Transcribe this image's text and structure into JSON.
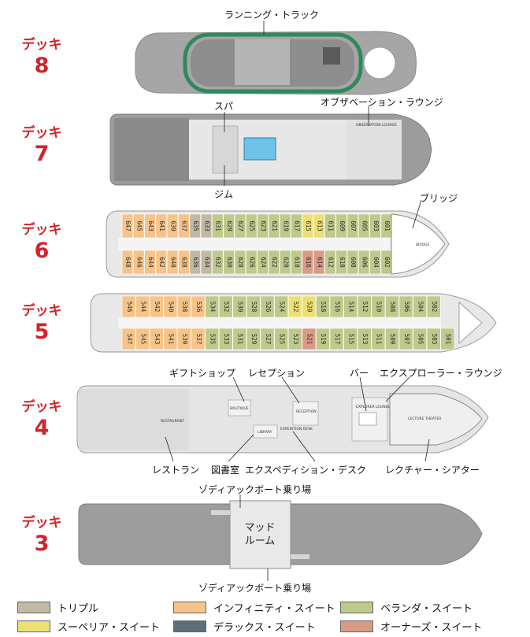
{
  "decks": [
    {
      "word": "デッキ",
      "number": "8"
    },
    {
      "word": "デッキ",
      "number": "7"
    },
    {
      "word": "デッキ",
      "number": "6"
    },
    {
      "word": "デッキ",
      "number": "5"
    },
    {
      "word": "デッキ",
      "number": "4"
    },
    {
      "word": "デッキ",
      "number": "3"
    }
  ],
  "callouts": {
    "running_track": "ランニング・トラック",
    "spa": "スパ",
    "observation_lounge": "オブザベーション・ラウンジ",
    "gym": "ジム",
    "bridge": "ブリッジ",
    "gift_shop": "ギフトショップ",
    "reception": "レセプション",
    "bar": "バー",
    "explorer_lounge": "エクスプローラー・ラウンジ",
    "restaurant": "レストラン",
    "library": "図書室",
    "expedition_desk": "エクスペディション・デスク",
    "lecture_theater": "レクチャー・シアター",
    "zodiac_top": "ゾディアックボート乗り場",
    "zodiac_bottom": "ゾディアックボート乗り場",
    "mud_room": "マッド\nルーム"
  },
  "map_text": {
    "observation_lounge_en": "OBSERVATION LOUNGE",
    "bridge_en": "BRIDGE",
    "restaurant_en": "RESTAURANT",
    "reception_en": "RECEPTION",
    "explorer_lounge_en": "EXPLORER LOUNGE",
    "lecture_theater_en": "LECTURE THEATER",
    "library_en": "LIBRARY",
    "boutique_en": "BOUTIQUE",
    "expedition_en": "EXPEDITION DESK"
  },
  "cabins": {
    "deck6": {
      "top": [
        "647",
        "645",
        "643",
        "641",
        "639",
        "637",
        "635",
        "633",
        "631",
        "629",
        "627",
        "625",
        "623",
        "621",
        "619",
        "617",
        "615",
        "613",
        "611",
        "609",
        "607",
        "605",
        "603",
        "601"
      ],
      "bottom": [
        "648",
        "646",
        "644",
        "642",
        "640",
        "638",
        "636",
        "634",
        "632",
        "630",
        "628",
        "626",
        "624",
        "622",
        "620",
        "618",
        "616",
        "614",
        "612",
        "610",
        "608",
        "606",
        "604",
        "602"
      ]
    },
    "deck5": {
      "top": [
        "546",
        "544",
        "542",
        "540",
        "538",
        "536",
        "534",
        "532",
        "530",
        "528",
        "526",
        "524",
        "522",
        "520",
        "518",
        "516",
        "514",
        "512",
        "510",
        "508",
        "506",
        "504",
        "502"
      ],
      "bottom": [
        "547",
        "545",
        "543",
        "541",
        "539",
        "537",
        "535",
        "533",
        "531",
        "529",
        "527",
        "525",
        "523",
        "521",
        "519",
        "517",
        "515",
        "513",
        "511",
        "509",
        "507",
        "505",
        "503",
        "501"
      ]
    }
  },
  "colors": {
    "triple": "#c2b8a3",
    "infinity": "#f5c48a",
    "veranda": "#bfc98c",
    "superior": "#ece074",
    "deluxe": "#5b6e7a",
    "owners": "#d99a86",
    "hull": "#a3a3a3",
    "deck_floor": "#e3e3e3",
    "accent_red": "#d2232a",
    "track_green": "#2f8a5b"
  },
  "legend": [
    {
      "label": "トリプル",
      "color": "#c2b8a3"
    },
    {
      "label": "インフィニティ・スイート",
      "color": "#f5c48a"
    },
    {
      "label": "ベランダ・スイート",
      "color": "#bfc98c"
    },
    {
      "label": "スーペリア・スイート",
      "color": "#ece074"
    },
    {
      "label": "デラックス・スイート",
      "color": "#5b6e7a"
    },
    {
      "label": "オーナーズ・スイート",
      "color": "#d99a86"
    }
  ]
}
